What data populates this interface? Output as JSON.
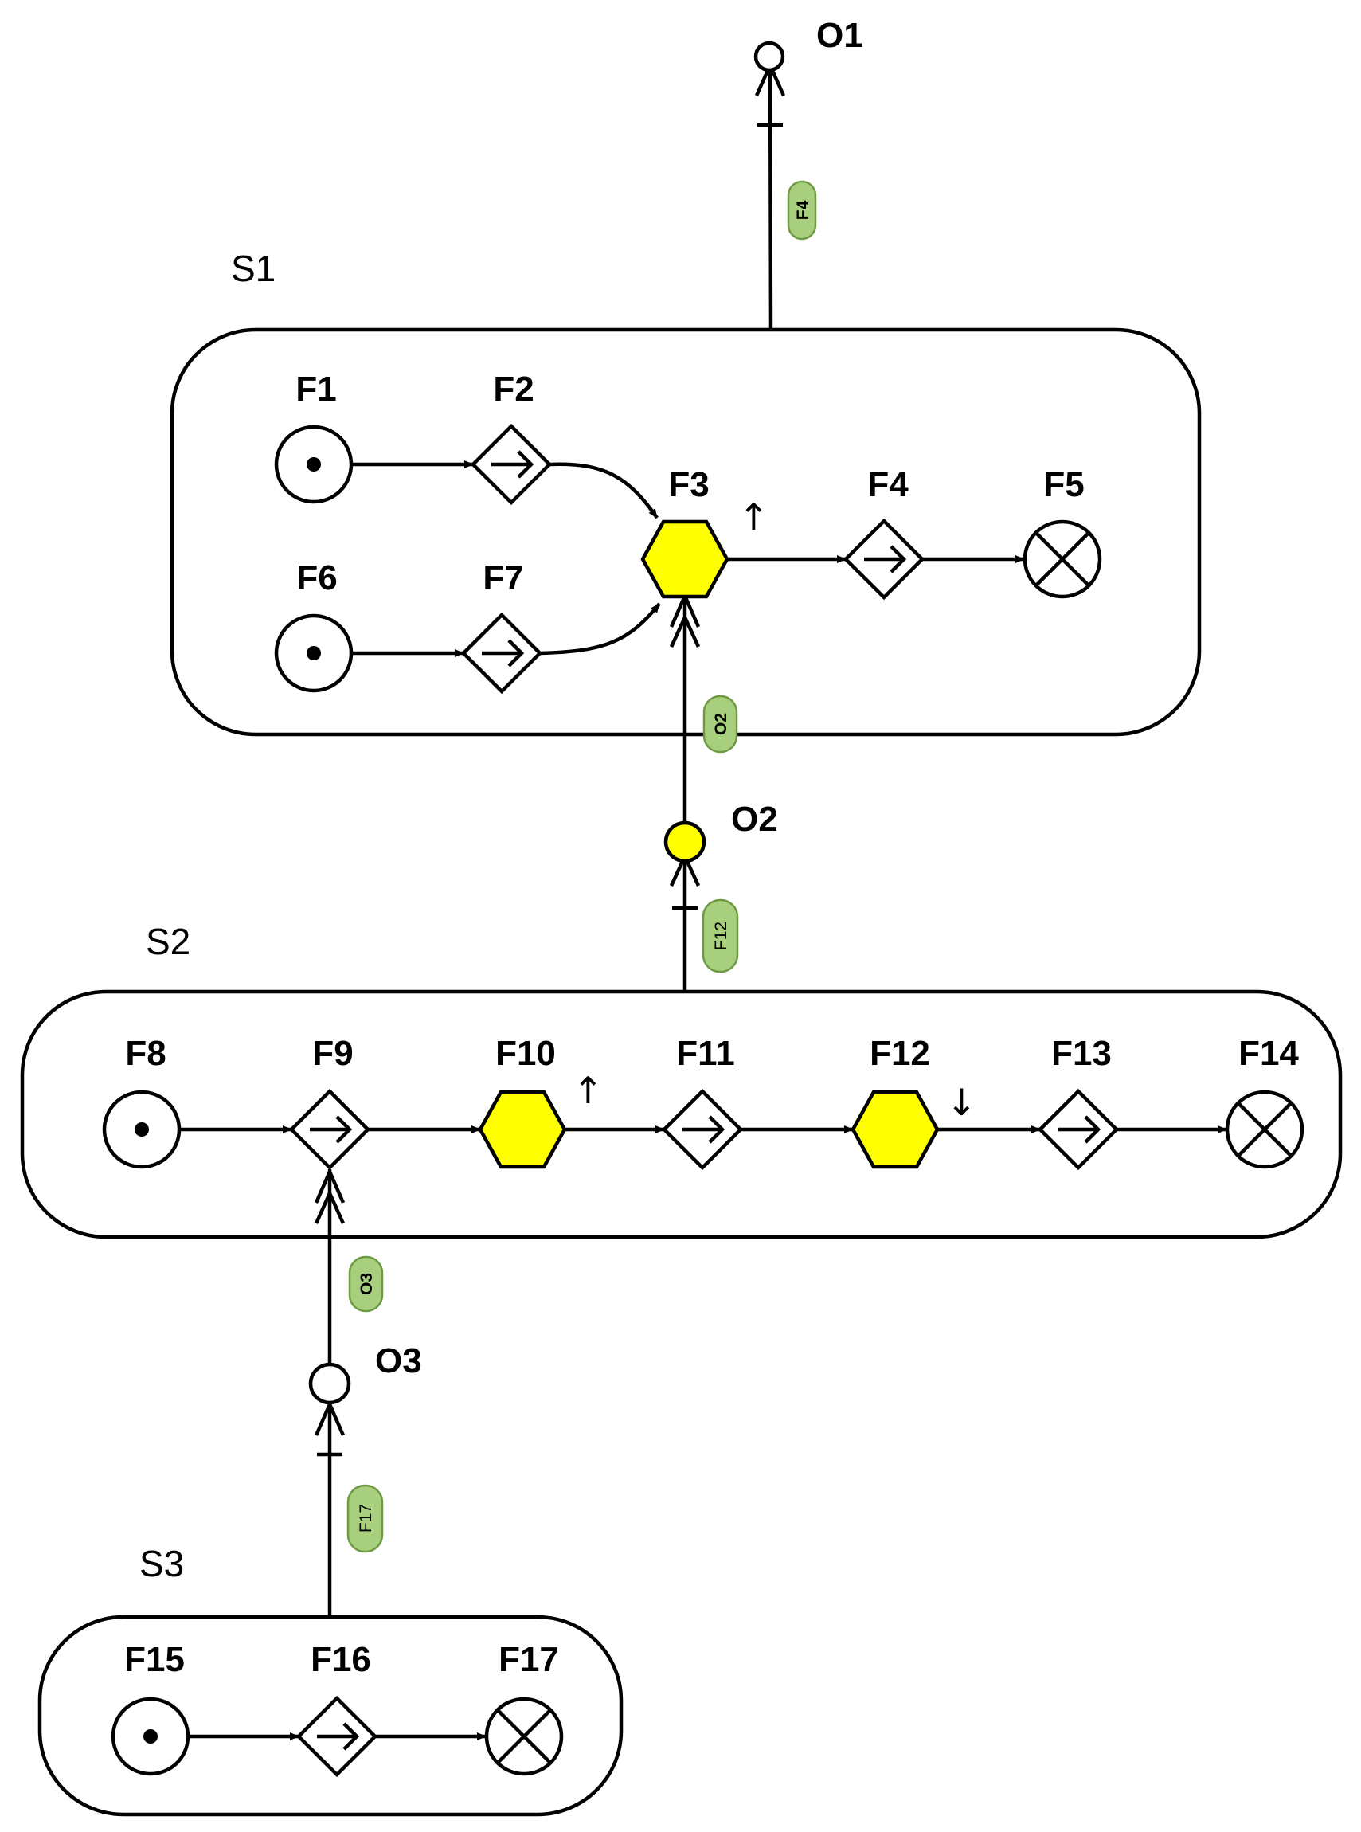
{
  "colors": {
    "stroke": "#000000",
    "highlight": "#ffff00",
    "tag_fill": "#a8cf7e",
    "tag_stroke": "#6e9a44",
    "background": "#ffffff"
  },
  "groups": [
    {
      "id": "S1",
      "label": "S1"
    },
    {
      "id": "S2",
      "label": "S2"
    },
    {
      "id": "S3",
      "label": "S3"
    }
  ],
  "nodes": [
    {
      "id": "F1",
      "label": "F1",
      "type": "start"
    },
    {
      "id": "F2",
      "label": "F2",
      "type": "gateway"
    },
    {
      "id": "F3",
      "label": "F3",
      "type": "hexagon",
      "direction": "↑"
    },
    {
      "id": "F4",
      "label": "F4",
      "type": "gateway"
    },
    {
      "id": "F5",
      "label": "F5",
      "type": "end"
    },
    {
      "id": "F6",
      "label": "F6",
      "type": "start"
    },
    {
      "id": "F7",
      "label": "F7",
      "type": "gateway"
    },
    {
      "id": "F8",
      "label": "F8",
      "type": "start"
    },
    {
      "id": "F9",
      "label": "F9",
      "type": "gateway"
    },
    {
      "id": "F10",
      "label": "F10",
      "type": "hexagon",
      "direction": "↑"
    },
    {
      "id": "F11",
      "label": "F11",
      "type": "gateway"
    },
    {
      "id": "F12",
      "label": "F12",
      "type": "hexagon",
      "direction": "↓"
    },
    {
      "id": "F13",
      "label": "F13",
      "type": "gateway"
    },
    {
      "id": "F14",
      "label": "F14",
      "type": "end"
    },
    {
      "id": "F15",
      "label": "F15",
      "type": "start"
    },
    {
      "id": "F16",
      "label": "F16",
      "type": "gateway"
    },
    {
      "id": "F17",
      "label": "F17",
      "type": "end"
    }
  ],
  "outputs": [
    {
      "id": "O1",
      "label": "O1",
      "highlighted": false
    },
    {
      "id": "O2",
      "label": "O2",
      "highlighted": true
    },
    {
      "id": "O3",
      "label": "O3",
      "highlighted": false
    }
  ],
  "tags": [
    {
      "id": "tag-f4",
      "text": "F4"
    },
    {
      "id": "tag-o2",
      "text": "O2"
    },
    {
      "id": "tag-f12",
      "text": "F12"
    },
    {
      "id": "tag-o3",
      "text": "O3"
    },
    {
      "id": "tag-f17",
      "text": "F17"
    }
  ],
  "edges": [
    {
      "from": "F1",
      "to": "F2"
    },
    {
      "from": "F2",
      "to": "F3"
    },
    {
      "from": "F6",
      "to": "F7"
    },
    {
      "from": "F7",
      "to": "F3"
    },
    {
      "from": "F3",
      "to": "F4"
    },
    {
      "from": "F4",
      "to": "F5"
    },
    {
      "from": "S1",
      "to": "O1"
    },
    {
      "from": "O2",
      "to": "F3"
    },
    {
      "from": "S2",
      "to": "O2"
    },
    {
      "from": "F8",
      "to": "F9"
    },
    {
      "from": "F9",
      "to": "F10"
    },
    {
      "from": "F10",
      "to": "F11"
    },
    {
      "from": "F11",
      "to": "F12"
    },
    {
      "from": "F12",
      "to": "F13"
    },
    {
      "from": "F13",
      "to": "F14"
    },
    {
      "from": "O3",
      "to": "F9"
    },
    {
      "from": "S3",
      "to": "O3"
    },
    {
      "from": "F15",
      "to": "F16"
    },
    {
      "from": "F16",
      "to": "F17"
    }
  ]
}
